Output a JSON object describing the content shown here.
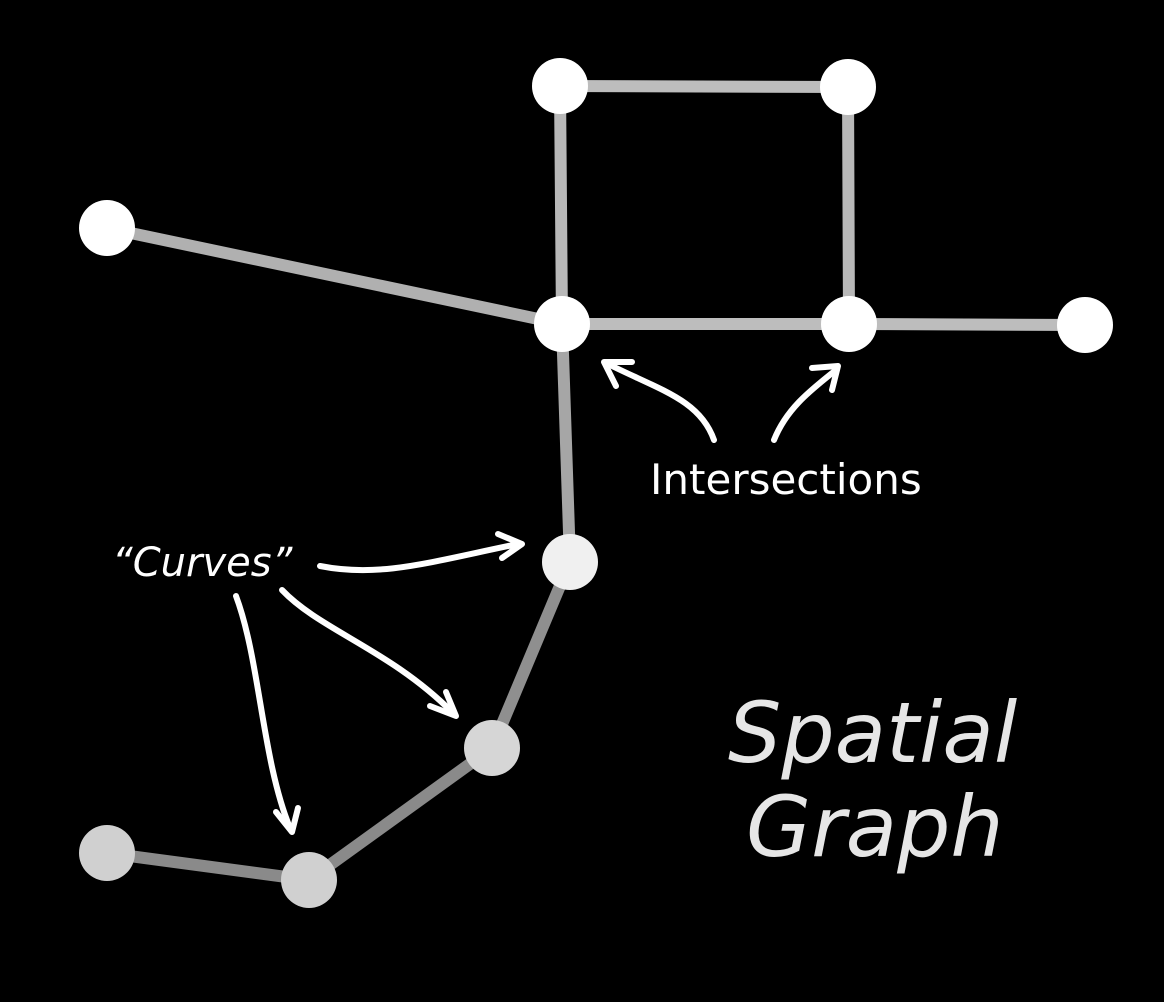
{
  "labels": {
    "intersections": "Intersections",
    "curves": "“Curves”",
    "title_line1": "Spatial",
    "title_line2": "Graph"
  },
  "colors": {
    "background": "#000000",
    "edge_bright": "#bdbdbd",
    "edge_dim": "#8a8a8a",
    "node_bright": "#ffffff",
    "node_dim": "#d0d0d0",
    "arrow": "#ffffff"
  },
  "graph": {
    "nodes": [
      {
        "id": "top-left",
        "brightness": "bright"
      },
      {
        "id": "top-right",
        "brightness": "bright"
      },
      {
        "id": "left-end",
        "brightness": "bright"
      },
      {
        "id": "center-junction",
        "brightness": "bright"
      },
      {
        "id": "right-junction",
        "brightness": "bright"
      },
      {
        "id": "right-end",
        "brightness": "bright"
      },
      {
        "id": "mid-curve",
        "brightness": "medium"
      },
      {
        "id": "lower-curve",
        "brightness": "dim"
      },
      {
        "id": "bottom-left",
        "brightness": "dim"
      },
      {
        "id": "bottom-curve",
        "brightness": "dim"
      }
    ],
    "edges": [
      {
        "from": "top-left",
        "to": "top-right"
      },
      {
        "from": "top-left",
        "to": "center-junction"
      },
      {
        "from": "top-right",
        "to": "right-junction"
      },
      {
        "from": "left-end",
        "to": "center-junction"
      },
      {
        "from": "center-junction",
        "to": "right-junction"
      },
      {
        "from": "right-junction",
        "to": "right-end"
      },
      {
        "from": "center-junction",
        "to": "mid-curve"
      },
      {
        "from": "mid-curve",
        "to": "lower-curve"
      },
      {
        "from": "lower-curve",
        "to": "bottom-curve"
      },
      {
        "from": "bottom-left",
        "to": "bottom-curve"
      }
    ]
  }
}
